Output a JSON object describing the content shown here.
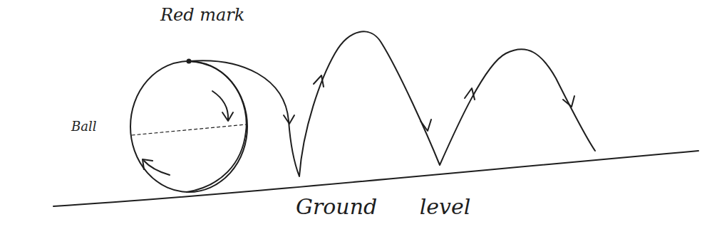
{
  "diagram": {
    "labels": [
      "Red mark",
      "Ball",
      "Ground level"
    ]
  }
}
